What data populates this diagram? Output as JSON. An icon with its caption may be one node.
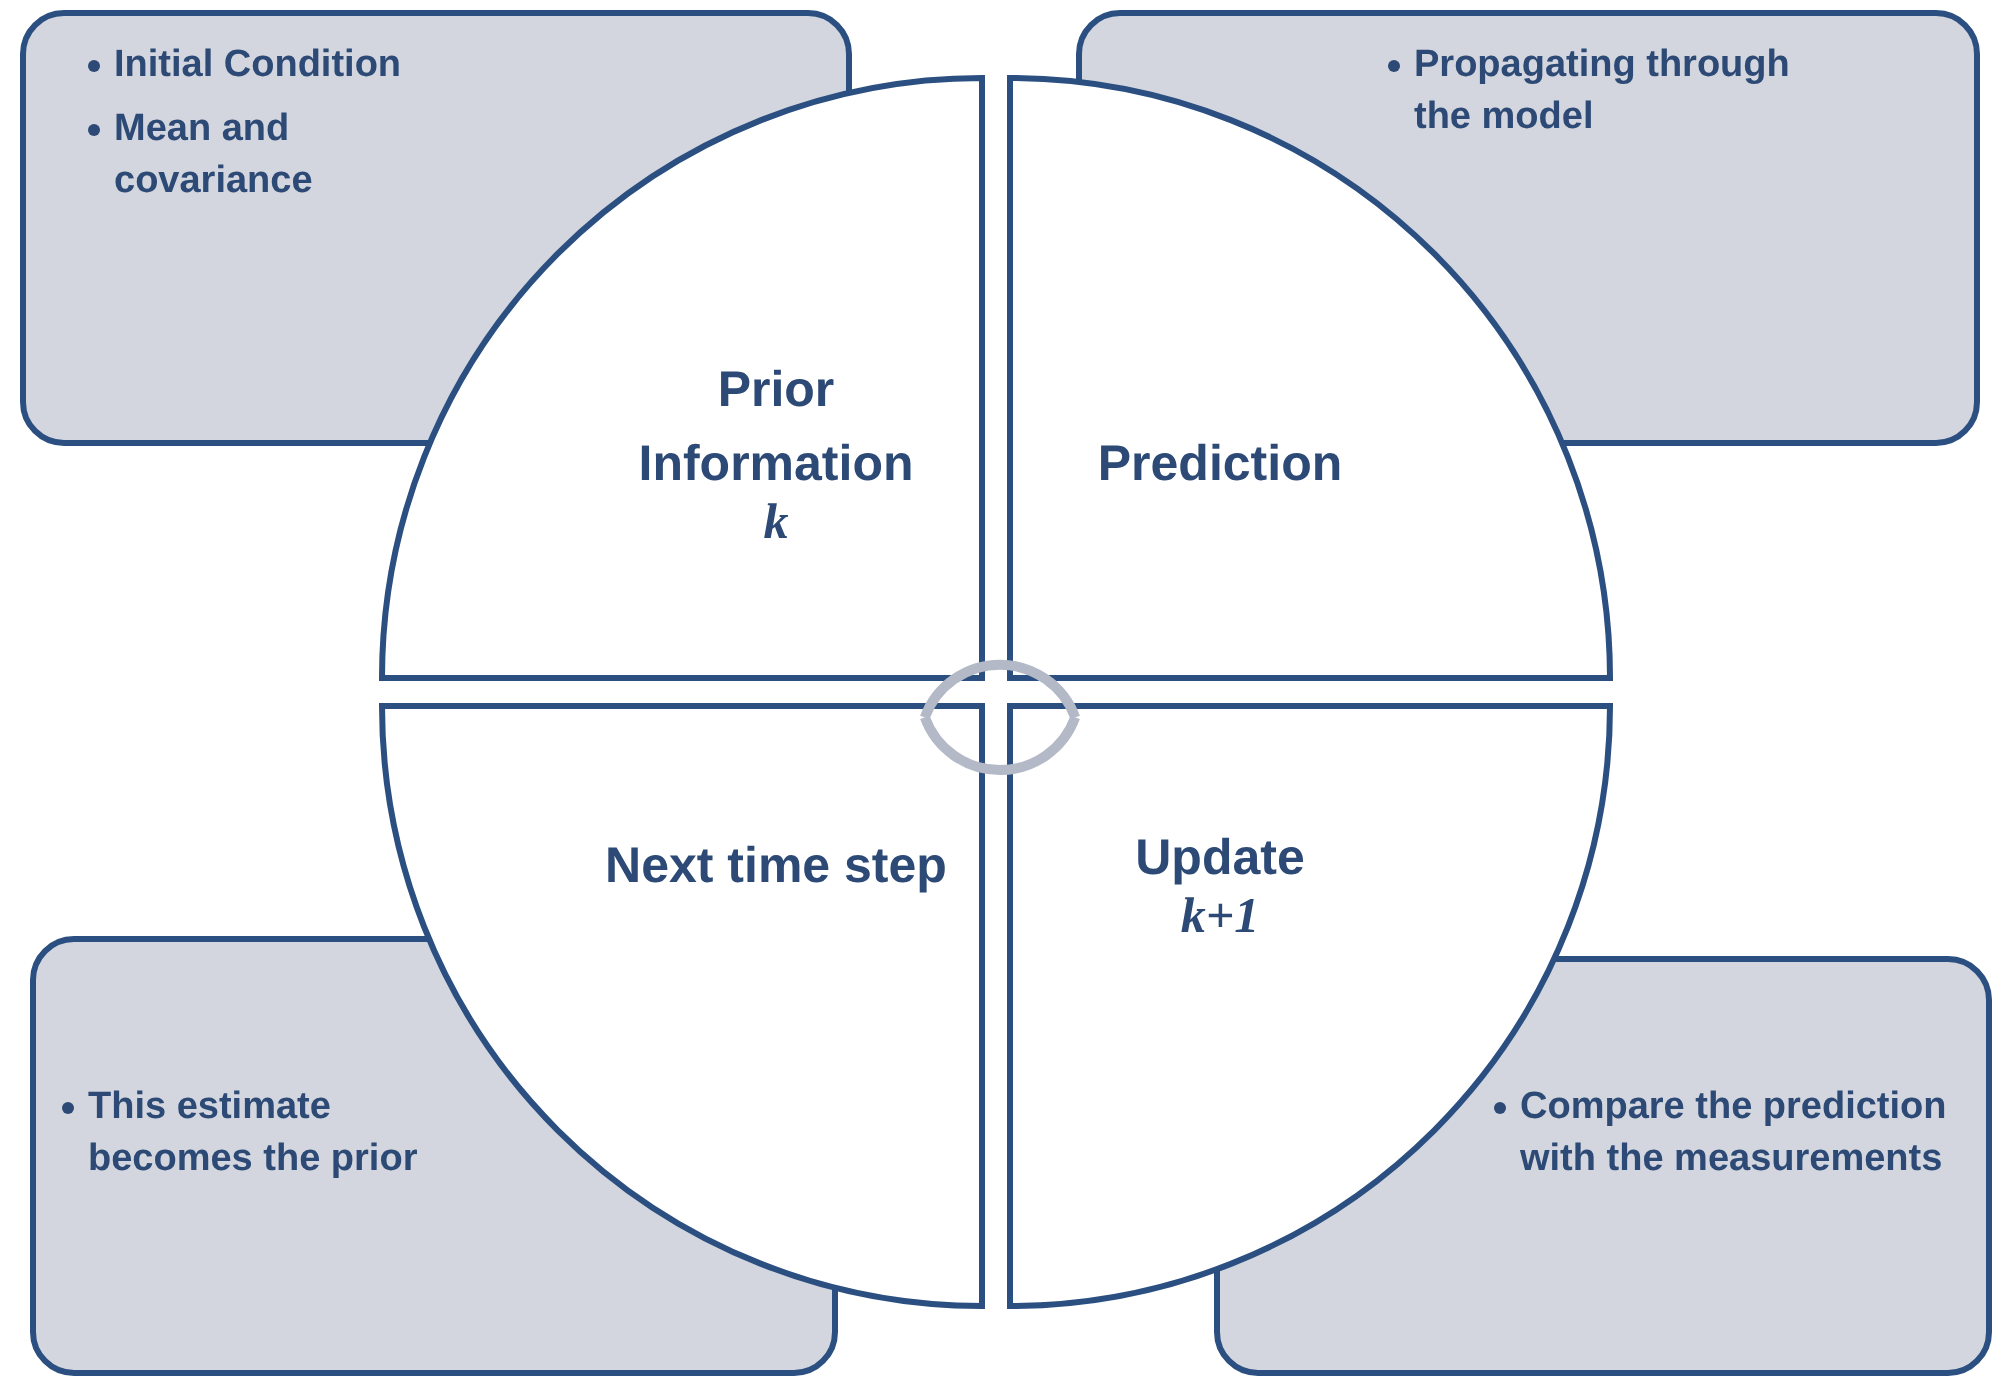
{
  "diagram": {
    "nodes": [
      {
        "text": [
          "Initial Condition",
          "Mean and covariance"
        ]
      },
      {
        "text": [
          "Propagating through the model"
        ]
      },
      {
        "text": [
          "Prior Information",
          "k"
        ]
      },
      {
        "text": [
          "Prediction"
        ]
      },
      {
        "text": [
          "Next time step"
        ]
      },
      {
        "text": [
          "Update",
          "k+1"
        ]
      },
      {
        "text": [
          "This estimate becomes the prior"
        ]
      },
      {
        "text": [
          "Compare the prediction with the measurements"
        ]
      }
    ]
  }
}
